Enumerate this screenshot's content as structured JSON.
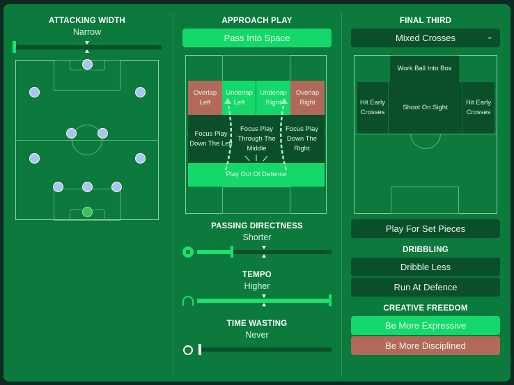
{
  "attacking_width": {
    "title": "ATTACKING WIDTH",
    "value": "Narrow",
    "level": 0
  },
  "approach_play": {
    "title": "APPROACH PLAY",
    "selected": "Pass Into Space",
    "zones": {
      "overlap_left": "Overlap Left",
      "underlap_left": "Underlap Left",
      "underlap_right": "Underlap Right",
      "overlap_right": "Overlap Right",
      "focus_left": "Focus Play Down The Left",
      "focus_middle": "Focus Play Through The Middle",
      "focus_right": "Focus Play Down The Right",
      "play_out": "Play Out Of Defence"
    }
  },
  "passing_directness": {
    "title": "PASSING DIRECTNESS",
    "value": "Shorter",
    "level": 0.25,
    "icon": "football-icon"
  },
  "tempo": {
    "title": "TEMPO",
    "value": "Higher",
    "level": 1.0,
    "icon": "speedometer-icon"
  },
  "time_wasting": {
    "title": "TIME WASTING",
    "value": "Never",
    "level": 0,
    "icon": "stopwatch-icon"
  },
  "final_third": {
    "title": "FINAL THIRD",
    "selected": "Mixed Crosses",
    "zones": {
      "work_ball": "Work Ball Into Box",
      "hit_left": "Hit Early Crosses",
      "shoot": "Shoot On Sight",
      "hit_right": "Hit Early Crosses"
    },
    "set_pieces": "Play For Set Pieces"
  },
  "dribbling": {
    "title": "DRIBBLING",
    "options": [
      "Dribble Less",
      "Run At Defence"
    ]
  },
  "creative_freedom": {
    "title": "CREATIVE FREEDOM",
    "options": [
      "Be More Expressive",
      "Be More Disciplined"
    ]
  },
  "colors": {
    "panel": "#0b7a3c",
    "selected": "#14d96a",
    "negative": "#b3695a",
    "dark": "#0a4f2a"
  }
}
